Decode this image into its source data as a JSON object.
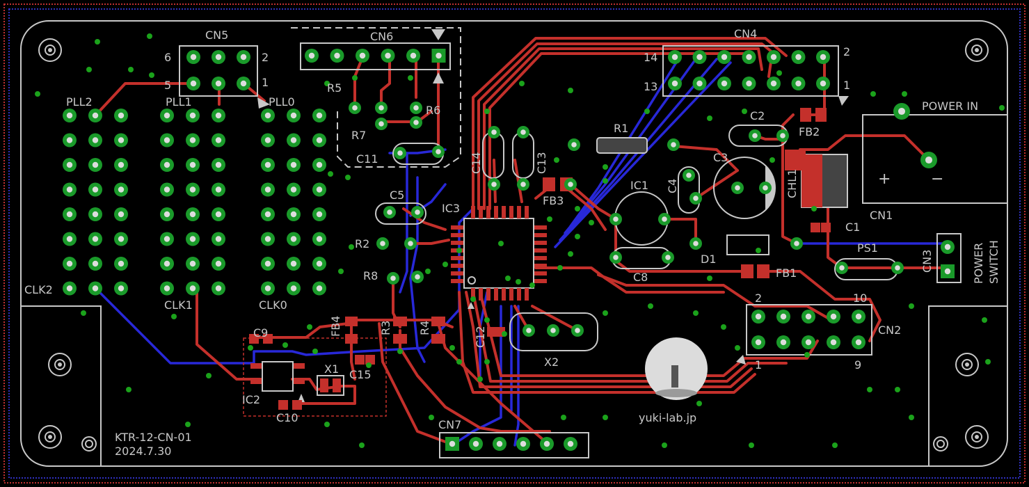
{
  "board": {
    "colors": {
      "background": "#000000",
      "silkscreen": "#c8c8c8",
      "top_copper": "#c4302b",
      "bottom_copper": "#2828d8",
      "pads": "#1a9a2a",
      "frame_red": "#c03030",
      "frame_blue": "#3030c0"
    },
    "labels": {
      "cn5": "CN5",
      "cn6": "CN6",
      "cn4": "CN4",
      "cn1": "CN1",
      "cn2": "CN2",
      "cn3": "CN3",
      "cn7": "CN7",
      "power_in": "POWER IN",
      "power_switch_1": "POWER",
      "power_switch_2": "SWITCH",
      "pll2": "PLL2",
      "pll1": "PLL1",
      "pll0": "PLL0",
      "clk2": "CLK2",
      "clk1": "CLK1",
      "clk0": "CLK0",
      "r1": "R1",
      "r2": "R2",
      "r3": "R3",
      "r4": "R4",
      "r5": "R5",
      "r6": "R6",
      "r7": "R7",
      "r8": "R8",
      "c1": "C1",
      "c2": "C2",
      "c3": "C3",
      "c4": "C4",
      "c5": "C5",
      "c8": "C8",
      "c9": "C9",
      "c10": "C10",
      "c11": "C11",
      "c12": "C12",
      "c13": "C13",
      "c14": "C14",
      "c15": "C15",
      "ic1": "IC1",
      "ic2": "IC2",
      "ic3": "IC3",
      "fb1": "FB1",
      "fb2": "FB2",
      "fb3": "FB3",
      "fb4": "FB4",
      "d1": "D1",
      "ps1": "PS1",
      "chl1": "CHL1",
      "x1": "X1",
      "x2": "X2",
      "cn5_pin6": "6",
      "cn5_pin2": "2",
      "cn5_pin5": "5",
      "cn5_pin1": "1",
      "cn4_pin14": "14",
      "cn4_pin2": "2",
      "cn4_pin13": "13",
      "cn4_pin1": "1",
      "cn2_pin2": "2",
      "cn2_pin10": "10",
      "cn2_pin1": "1",
      "cn2_pin9": "9",
      "plus": "+",
      "minus": "−",
      "website": "yuki-lab.jp",
      "board_id": "KTR-12-CN-01",
      "board_date": "2024.7.30"
    }
  }
}
